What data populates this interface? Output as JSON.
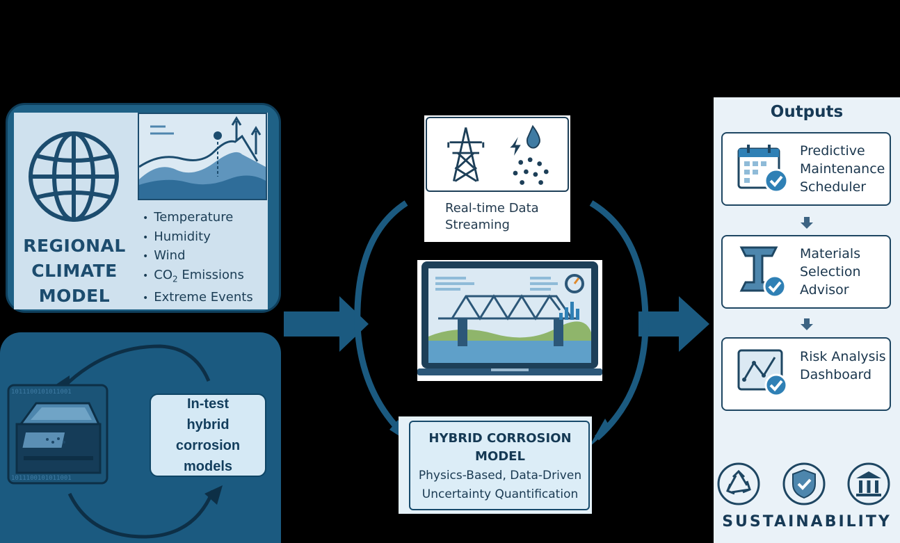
{
  "climate": {
    "title_lines": [
      "REGIONAL",
      "CLIMATE",
      "MODEL"
    ],
    "variables": [
      "Temperature",
      "Humidity",
      "Wind",
      "CO",
      "Extreme Events"
    ],
    "co2_suffix": "2",
    "co2_tail": " Emissions"
  },
  "test": {
    "label_lines": [
      "In-test",
      "hybrid",
      "corrosion",
      "models"
    ],
    "binary_row": "1011100101011001"
  },
  "streaming": {
    "label_lines": [
      "Real-time Data",
      "Streaming"
    ]
  },
  "hybrid": {
    "title_lines": [
      "HYBRID CORROSION",
      "MODEL"
    ],
    "sub_lines": [
      "Physics-Based, Data-Driven",
      "Uncertainty Quantification"
    ]
  },
  "outputs": {
    "title": "Outputs",
    "cards": [
      {
        "lines": [
          "Predictive",
          "Maintenance",
          "Scheduler"
        ],
        "icon": "calendar-check-icon"
      },
      {
        "lines": [
          "Materials",
          "Selection",
          "Advisor"
        ],
        "icon": "steel-beam-check-icon"
      },
      {
        "lines": [
          "Risk Analysis",
          "Dashboard"
        ],
        "icon": "chart-check-icon"
      }
    ],
    "sustainability": "SUSTAINABILITY",
    "sustain_icons": [
      "recycle-icon",
      "shield-check-icon",
      "institution-icon"
    ]
  },
  "colors": {
    "dark_blue": "#1b5a80",
    "deep_navy": "#0f3f5c",
    "light_blue": "#cfe1ee",
    "panel_bg": "#eaf2f8",
    "accent": "#2f80b5"
  }
}
